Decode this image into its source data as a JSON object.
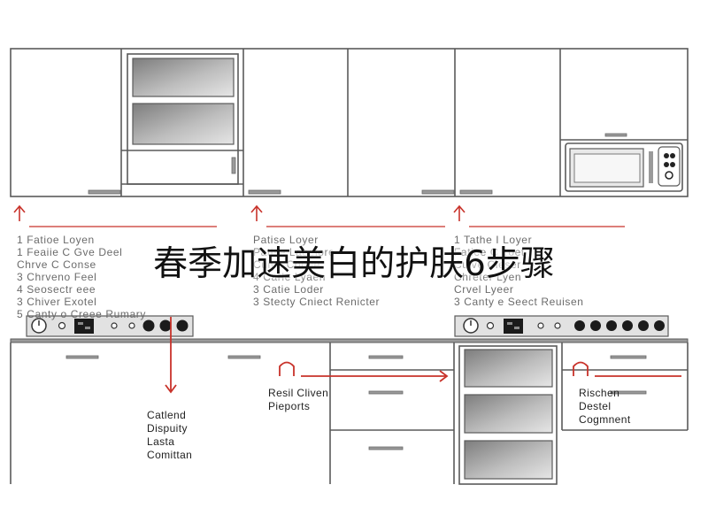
{
  "overlay_title": "春季加速美白的护肤6步骤",
  "left_list": [
    "1 Fatioe Loyen",
    "1 Feaiie C Gve Deel",
    "Chrve C Conse",
    "3 Chrveno Feel",
    "4 Seosectr eee",
    "3 Chiver Exotel",
    "5 Canty o Creee Rumary"
  ],
  "center_list": [
    "Patise Loyer",
    "Patise Laeeiore",
    "Cuive Contie",
    "4 Carle Lyaen",
    "3 Catie Loder",
    "3 Stecty Cniect Renicter"
  ],
  "right_list": [
    "1 Tathe I Loyer",
    "Fatiee C Loet",
    "Cuive Cleser",
    "Chreter Lyen",
    "Crvel Lyeer",
    "3 Canty e Seect Reuisen"
  ],
  "callout_left": [
    "Catlend",
    "Dispuity",
    "Lasta",
    "Comittan"
  ],
  "callout_center": [
    "Resil Cliven",
    "Pieports"
  ],
  "callout_right": [
    "Rischen",
    "Destel",
    "Cogmnent"
  ],
  "colors": {
    "line": "#5a5a5a",
    "arrow": "#c8322a",
    "panel": "#9a9a9a",
    "text": "#6b6b6b",
    "title": "#111111"
  }
}
